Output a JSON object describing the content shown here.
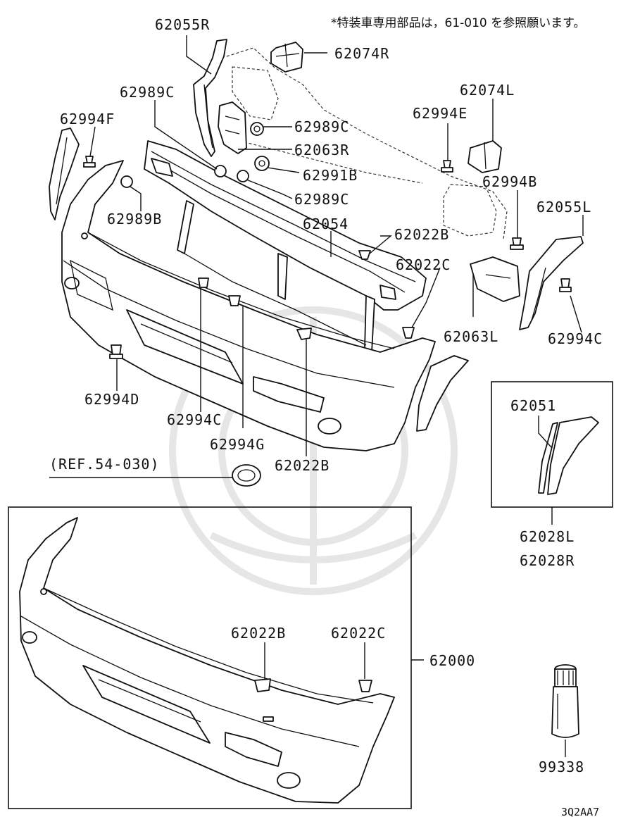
{
  "note": "*特装車専用部品は，61-010 を参照願います。",
  "diagram_code": "3Q2AA7",
  "labels": {
    "p62055R": "62055R",
    "p62074R": "62074R",
    "p62989C_1": "62989C",
    "p62989C_2": "62989C",
    "p62989C_3": "62989C",
    "p62063R": "62063R",
    "p62991B": "62991B",
    "p62994F": "62994F",
    "p62989B": "62989B",
    "p62074L": "62074L",
    "p62994E": "62994E",
    "p62994B": "62994B",
    "p62055L": "62055L",
    "p62054": "62054",
    "p62022B_1": "62022B",
    "p62022C_1": "62022C",
    "p62063L": "62063L",
    "p62994C_1": "62994C",
    "p62994D": "62994D",
    "p62994C_2": "62994C",
    "p62994G": "62994G",
    "p62022B_2": "62022B",
    "ref": "(REF.54-030)",
    "p62051": "62051",
    "p62028L": "62028L",
    "p62028R": "62028R",
    "p62022B_3": "62022B",
    "p62022C_2": "62022C",
    "p62000": "62000",
    "p99338": "99338"
  }
}
